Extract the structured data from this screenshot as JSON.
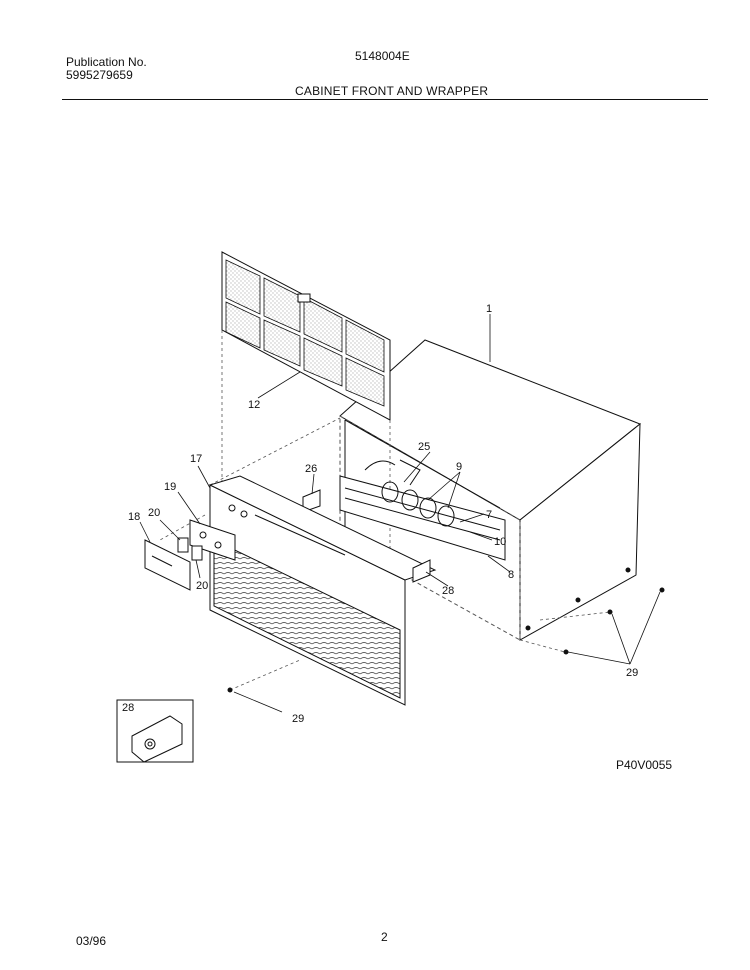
{
  "header": {
    "publication_label": "Publication No.",
    "publication_number": "5995279659",
    "model_number": "5148004E",
    "section_title": "CABINET FRONT AND WRAPPER"
  },
  "diagram": {
    "callouts": {
      "c1": "1",
      "c12": "12",
      "c17": "17",
      "c19": "19",
      "c18": "18",
      "c20a": "20",
      "c20b": "20",
      "c26": "26",
      "c25": "25",
      "c9": "9",
      "c7": "7",
      "c10": "10",
      "c8": "8",
      "c28": "28",
      "c29a": "29",
      "c29b": "29",
      "c28_inset": "28"
    },
    "drawing_code": "P40V0055"
  },
  "footer": {
    "date": "03/96",
    "page_number": "2"
  }
}
